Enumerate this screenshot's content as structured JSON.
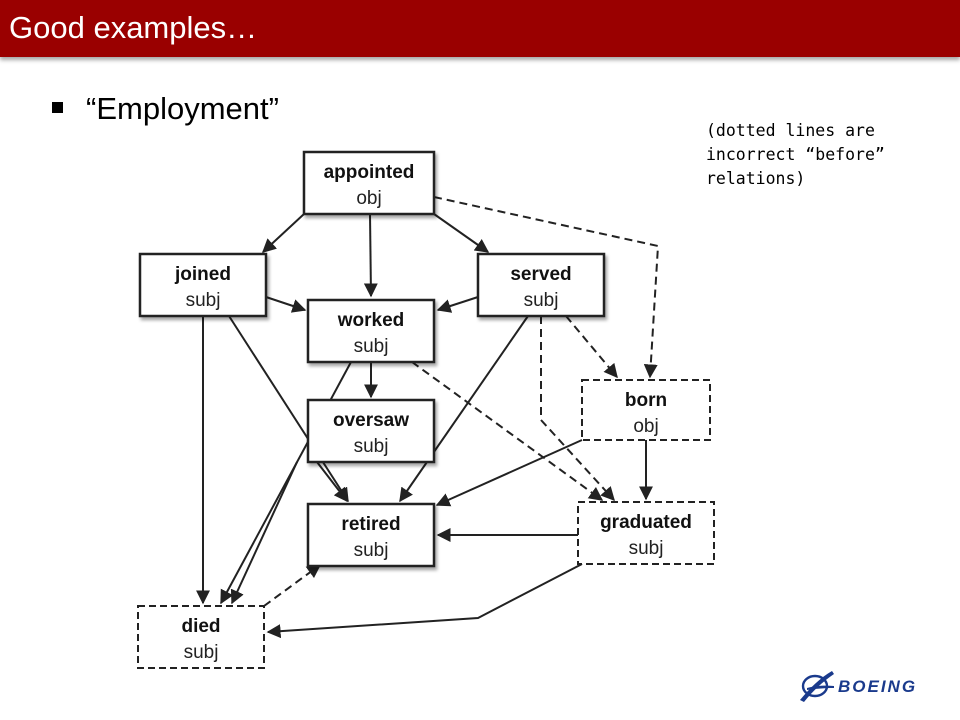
{
  "slide": {
    "title": "Good examples…",
    "bullet": "“Employment”",
    "note": "(dotted lines are\nincorrect “before”\nrelations)"
  },
  "colors": {
    "title_bar": "#9a0000",
    "title_text": "#ffffff",
    "logo": "#1a3a8c"
  },
  "logo": {
    "text": "BOEING",
    "icon": "boeing-logo-icon"
  },
  "diagram": {
    "nodes": [
      {
        "id": "appointed",
        "title": "appointed",
        "role": "obj",
        "dashed": false
      },
      {
        "id": "joined",
        "title": "joined",
        "role": "subj",
        "dashed": false
      },
      {
        "id": "served",
        "title": "served",
        "role": "subj",
        "dashed": false
      },
      {
        "id": "worked",
        "title": "worked",
        "role": "subj",
        "dashed": false
      },
      {
        "id": "born",
        "title": "born",
        "role": "obj",
        "dashed": true
      },
      {
        "id": "oversaw",
        "title": "oversaw",
        "role": "subj",
        "dashed": false
      },
      {
        "id": "retired",
        "title": "retired",
        "role": "subj",
        "dashed": false
      },
      {
        "id": "graduated",
        "title": "graduated",
        "role": "subj",
        "dashed": true
      },
      {
        "id": "died",
        "title": "died",
        "role": "subj",
        "dashed": true
      }
    ],
    "edges": [
      {
        "from": "appointed",
        "to": "joined",
        "dashed": false
      },
      {
        "from": "appointed",
        "to": "worked",
        "dashed": false
      },
      {
        "from": "appointed",
        "to": "served",
        "dashed": false
      },
      {
        "from": "appointed",
        "to": "born",
        "dashed": true
      },
      {
        "from": "joined",
        "to": "worked",
        "dashed": false
      },
      {
        "from": "served",
        "to": "worked",
        "dashed": false
      },
      {
        "from": "joined",
        "to": "died",
        "dashed": false
      },
      {
        "from": "joined",
        "to": "retired",
        "dashed": false
      },
      {
        "from": "served",
        "to": "born",
        "dashed": true
      },
      {
        "from": "served",
        "to": "graduated",
        "dashed": true
      },
      {
        "from": "served",
        "to": "died",
        "dashed": false
      },
      {
        "from": "worked",
        "to": "oversaw",
        "dashed": false
      },
      {
        "from": "worked",
        "to": "died",
        "dashed": false
      },
      {
        "from": "worked",
        "to": "graduated",
        "dashed": true
      },
      {
        "from": "oversaw",
        "to": "retired",
        "dashed": false
      },
      {
        "from": "oversaw",
        "to": "died",
        "dashed": false
      },
      {
        "from": "born",
        "to": "graduated",
        "dashed": false
      },
      {
        "from": "born",
        "to": "retired",
        "dashed": false
      },
      {
        "from": "graduated",
        "to": "retired",
        "dashed": false
      },
      {
        "from": "graduated",
        "to": "died",
        "dashed": false
      },
      {
        "from": "died",
        "to": "retired",
        "dashed": true
      }
    ]
  }
}
